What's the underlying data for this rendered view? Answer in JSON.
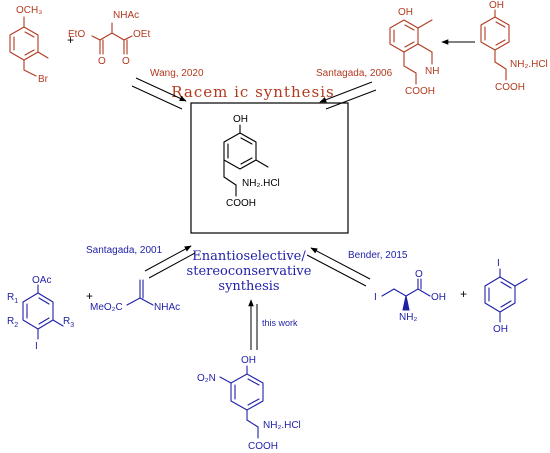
{
  "colors": {
    "black": "#000000",
    "red": "#b23a1f",
    "blue": "#1f1fa8"
  },
  "center_box": {
    "title": "Racem ic synthesis",
    "subtitle_line1": "Enantioselective/",
    "subtitle_line2": "stereoconservative",
    "subtitle_line3": "synthesis"
  },
  "citations": {
    "top_left": "Wang, 2020",
    "top_right": "Santagada, 2006",
    "bottom_left": "Santagada, 2001",
    "bottom_right": "Bender, 2015",
    "bottom": "this work"
  },
  "center_molecule": {
    "oh": "OH",
    "amine": "NH₂.HCl",
    "acid": "COOH"
  },
  "top_left_reagents": {
    "methoxy": "OCH₃",
    "bromo": "Br",
    "plus": "+",
    "nhac": "NHAc",
    "eto": "EtO",
    "oet": "OEt"
  },
  "top_right_reagents": {
    "oh_left": "OH",
    "nh": "NH",
    "cooh_left": "COOH",
    "oh_right": "OH",
    "amine": "NH₂.HCl",
    "cooh_right": "COOH"
  },
  "bottom_left_reagents": {
    "oac": "OAc",
    "r1": "R",
    "r1_sub": "1",
    "r2": "R",
    "r2_sub": "2",
    "r3": "R",
    "r3_sub": "3",
    "iodo": "I",
    "plus": "+",
    "meo2c": "MeO₂C",
    "nhac": "NHAc"
  },
  "bottom_right_reagents": {
    "iodo_left": "I",
    "oh": "OH",
    "nh2": "NH₂",
    "iodo_right": "I",
    "oh_right": "OH",
    "plus": "+"
  },
  "bottom_molecule": {
    "o2n": "O₂N",
    "oh": "OH",
    "amine": "NH₂.HCl",
    "acid": "COOH"
  }
}
